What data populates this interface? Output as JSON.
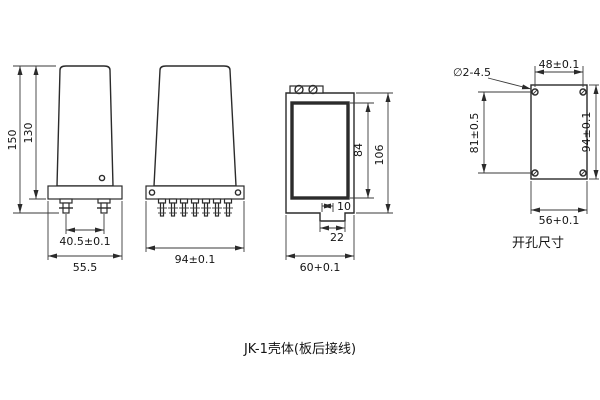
{
  "dims": {
    "side_total_height": "150",
    "side_body_height": "130",
    "side_terminal_spacing": "40.5±0.1",
    "side_base_width": "55.5",
    "front_width": "94±0.1",
    "rear_window_height": "84",
    "rear_total_height": "106",
    "rear_foot_inner": "10",
    "rear_foot_width": "22",
    "rear_width": "60+0.1",
    "drill_hole_spec": "∅2-4.5",
    "drill_hole_spacing_h": "48±0.1",
    "drill_hole_spacing_v": "81±0.5",
    "drill_total_height": "94±0.1",
    "drill_width": "56+0.1"
  },
  "captions": {
    "drill_title": "开孔尺寸",
    "main": "JK-1壳体(板后接线)"
  }
}
